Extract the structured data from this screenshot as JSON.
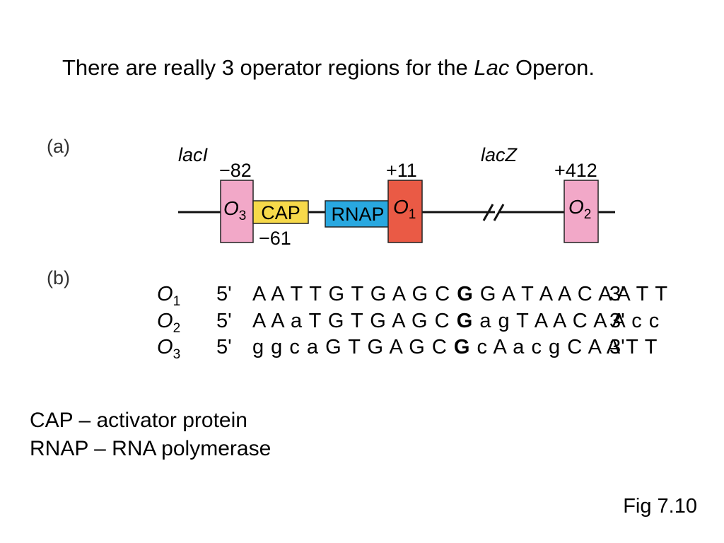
{
  "title": {
    "before": "There are really 3 operator regions for the ",
    "italic": "Lac",
    "after": " Operon."
  },
  "panel_a_label": "(a)",
  "panel_b_label": "(b)",
  "diagram": {
    "gene_left": "lacI",
    "gene_right": "lacZ",
    "pos_o3": "−82",
    "pos_cap": "−61",
    "pos_o1": "+11",
    "pos_o2": "+412",
    "o3": {
      "letter": "O",
      "sub": "3"
    },
    "o1": {
      "letter": "O",
      "sub": "1"
    },
    "o2": {
      "letter": "O",
      "sub": "2"
    },
    "cap": "CAP",
    "rnap": "RNAP",
    "colors": {
      "operator_pink": "#f2a8c8",
      "o1_red": "#ea5a45",
      "cap_yellow": "#f7d94a",
      "rnap_blue": "#29a8e0",
      "line": "#111111"
    }
  },
  "sequences": [
    {
      "operator": "O",
      "sub": "1",
      "five": "5'",
      "pre": "A A T T G T G A G C",
      "bold": "G",
      "post": "G A T A A C A A T T",
      "three": "3'"
    },
    {
      "operator": "O",
      "sub": "2",
      "five": "5'",
      "pre": "A A a T G T G A G C",
      "bold": "G",
      "post": "a g T A A C A A c c",
      "three": "3'"
    },
    {
      "operator": "O",
      "sub": "3",
      "five": "5'",
      "pre": "g g c a G T G A G C",
      "bold": "G",
      "post": "c A a c g C A A T T",
      "three": "3'"
    }
  ],
  "legend": [
    "CAP – activator protein",
    "RNAP – RNA polymerase"
  ],
  "figure_label": "Fig 7.10"
}
